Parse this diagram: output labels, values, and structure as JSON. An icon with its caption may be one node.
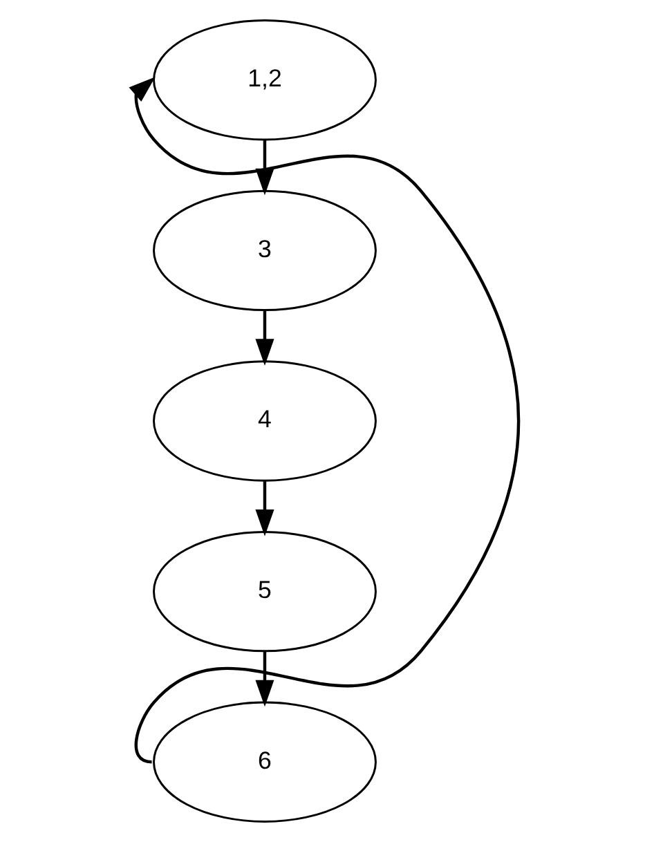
{
  "diagram": {
    "nodes": [
      {
        "text": [
          "1,2"
        ]
      },
      {
        "text": [
          "3"
        ]
      },
      {
        "text": [
          "4"
        ]
      },
      {
        "text": [
          "5"
        ]
      },
      {
        "text": [
          "6"
        ]
      }
    ],
    "edges": [
      {
        "from": 0,
        "to": 1,
        "arrow": "to"
      },
      {
        "from": 1,
        "to": 2,
        "arrow": "to"
      },
      {
        "from": 2,
        "to": 3,
        "arrow": "to"
      },
      {
        "from": 3,
        "to": 4,
        "arrow": "to"
      },
      {
        "from": 4,
        "to": 0,
        "arrow": "to"
      }
    ]
  }
}
